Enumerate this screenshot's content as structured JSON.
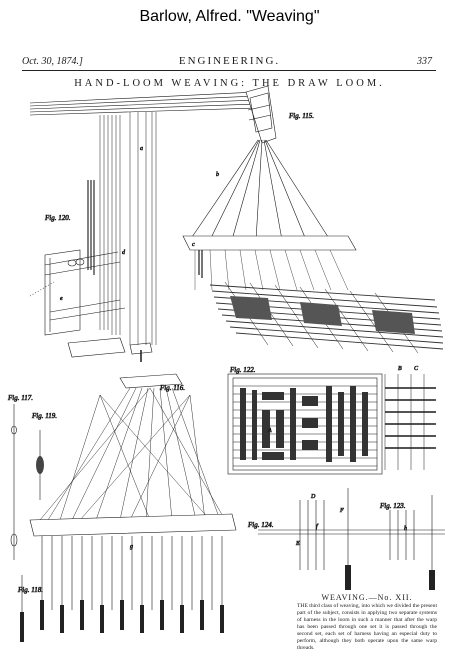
{
  "document": {
    "title": "Barlow, Alfred. \"Weaving\""
  },
  "header": {
    "date": "Oct. 30, 1874.]",
    "journal": "ENGINEERING.",
    "page": "337"
  },
  "plate": {
    "title": "HAND-LOOM WEAVING: THE DRAW LOOM.",
    "figures": {
      "fig115": "Fig. 115.",
      "fig116": "Fig. 116.",
      "fig117": "Fig. 117.",
      "fig118": "Fig. 118.",
      "fig119": "Fig. 119.",
      "fig120": "Fig. 120.",
      "fig122": "Fig. 122.",
      "fig123": "Fig. 123.",
      "fig124": "Fig. 124."
    },
    "letters": {
      "a": "a",
      "b": "b",
      "c": "c",
      "d": "d",
      "e": "e",
      "f": "f",
      "g": "g",
      "h": "h",
      "A": "A",
      "B": "B",
      "C": "C",
      "D": "D",
      "E": "E",
      "F": "F"
    }
  },
  "article": {
    "heading": "WEAVING.—No. XII.",
    "text": "THE third class of weaving, into which we divided the present part of the subject, consists in applying two separate systems of harness in the loom in such a manner that after the warp has been passed through one set it is passed through the second set, each set of harness having an especial duty to perform, although they both operate upon the same warp threads."
  },
  "colors": {
    "ink": "#1a1a1a",
    "paper": "#ffffff"
  }
}
